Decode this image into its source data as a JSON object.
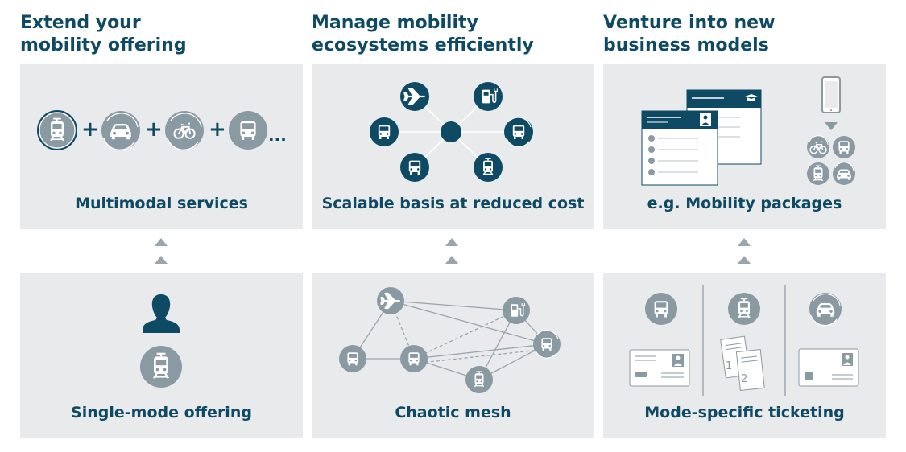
{
  "columns": [
    {
      "heading": "Extend your\nmobility offering",
      "top_label": "Multimodal services",
      "bottom_label": "Single-mode offering",
      "plus": "+",
      "ellipsis": "..."
    },
    {
      "heading": "Manage mobility\necosystems efficiently",
      "top_label": "Scalable basis at reduced cost",
      "bottom_label": "Chaotic mesh"
    },
    {
      "heading": "Venture into new\nbusiness models",
      "top_label": "e.g. Mobility packages",
      "bottom_label": "Mode-specific ticketing",
      "ticket_numbers": [
        "1",
        "2"
      ]
    }
  ],
  "colors": {
    "heading": "#0e4a63",
    "panel": "#e8eaeb",
    "dark_circle": "#0e4a63",
    "grey_circle": "#8a9aa3",
    "arrow": "#9aa6ac"
  }
}
